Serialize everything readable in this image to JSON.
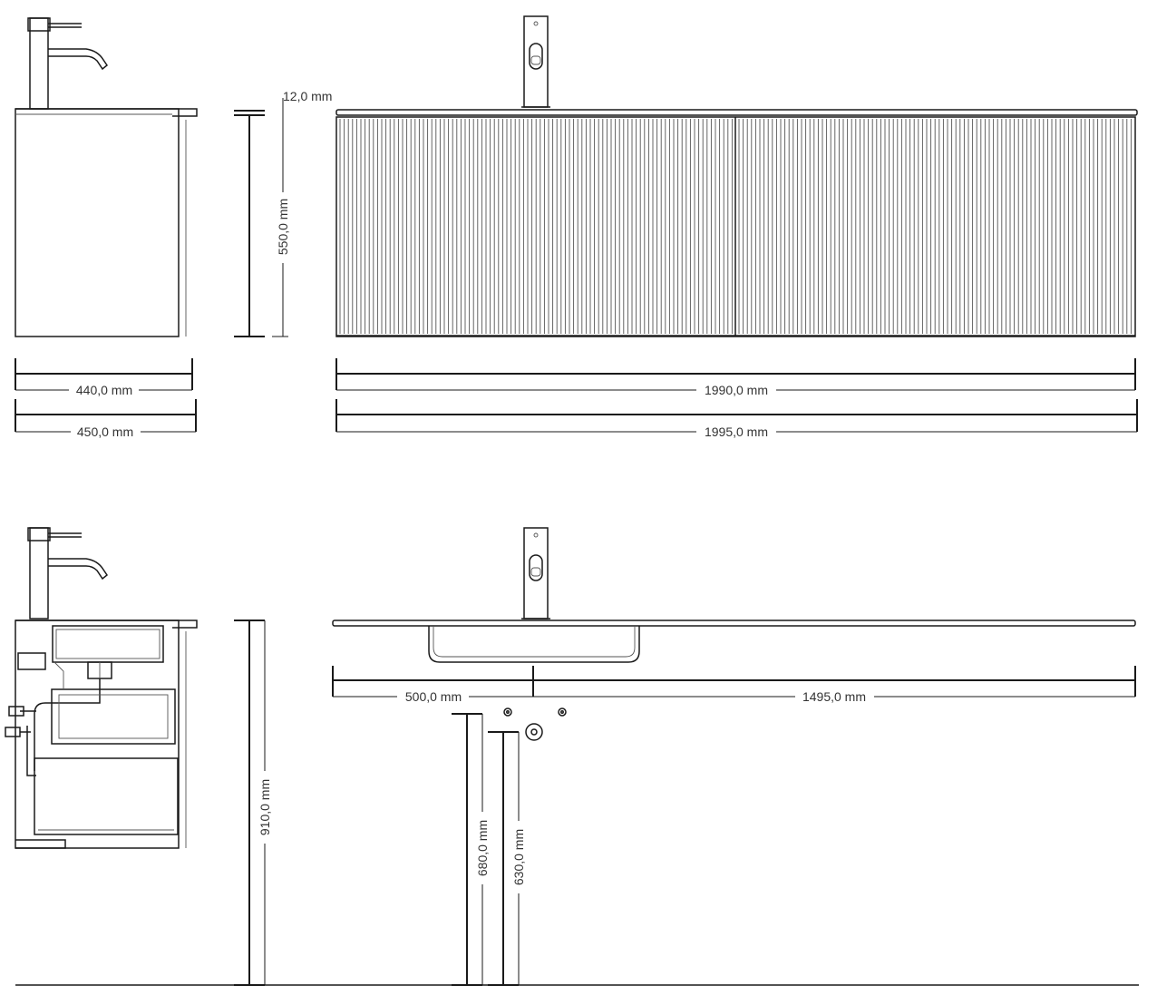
{
  "dimensions": {
    "countertop_thickness": "12,0 mm",
    "cabinet_height": "550,0 mm",
    "side_depth_cabinet": "440,0 mm",
    "side_depth_top": "450,0 mm",
    "front_width_cabinet": "1990,0 mm",
    "front_width_top": "1995,0 mm",
    "mount_height_top": "910,0 mm",
    "basin_offset_left": "500,0 mm",
    "basin_offset_right": "1495,0 mm",
    "waste_height": "680,0 mm",
    "supply_height": "630,0 mm"
  },
  "colors": {
    "line": "#1a1a1a",
    "text": "#333333",
    "background": "#ffffff"
  }
}
